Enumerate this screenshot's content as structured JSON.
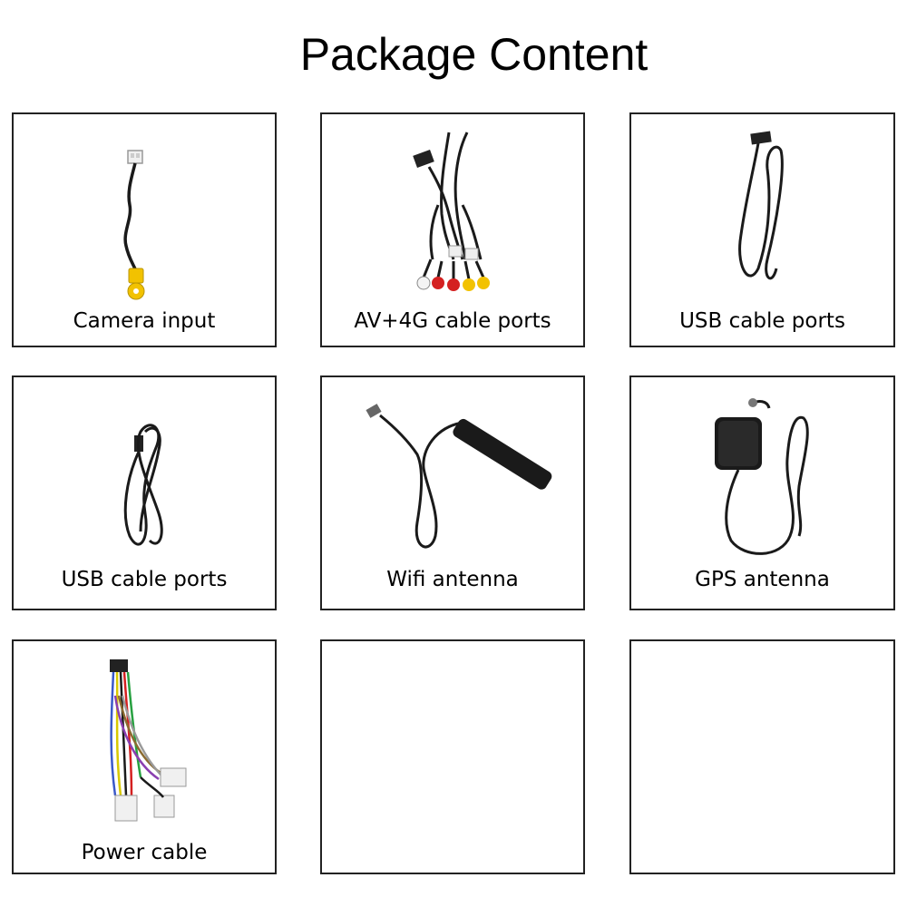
{
  "title": "Package Content",
  "items": [
    {
      "label": "Camera input",
      "icon": "camera-cable-icon"
    },
    {
      "label": "AV+4G cable ports",
      "icon": "av-rca-cable-icon"
    },
    {
      "label": "USB cable ports",
      "icon": "usb-cable-icon"
    },
    {
      "label": "USB cable ports",
      "icon": "usb-cable-icon"
    },
    {
      "label": "Wifi antenna",
      "icon": "wifi-antenna-icon"
    },
    {
      "label": "GPS antenna",
      "icon": "gps-antenna-icon"
    },
    {
      "label": "Power cable",
      "icon": "power-harness-icon"
    },
    {
      "label": "",
      "icon": ""
    },
    {
      "label": "",
      "icon": ""
    }
  ],
  "colors": {
    "border": "#222222",
    "cable": "#1a1a1a",
    "rca_yellow": "#f2c200",
    "rca_red": "#d42020",
    "rca_white": "#f4f4f4"
  }
}
